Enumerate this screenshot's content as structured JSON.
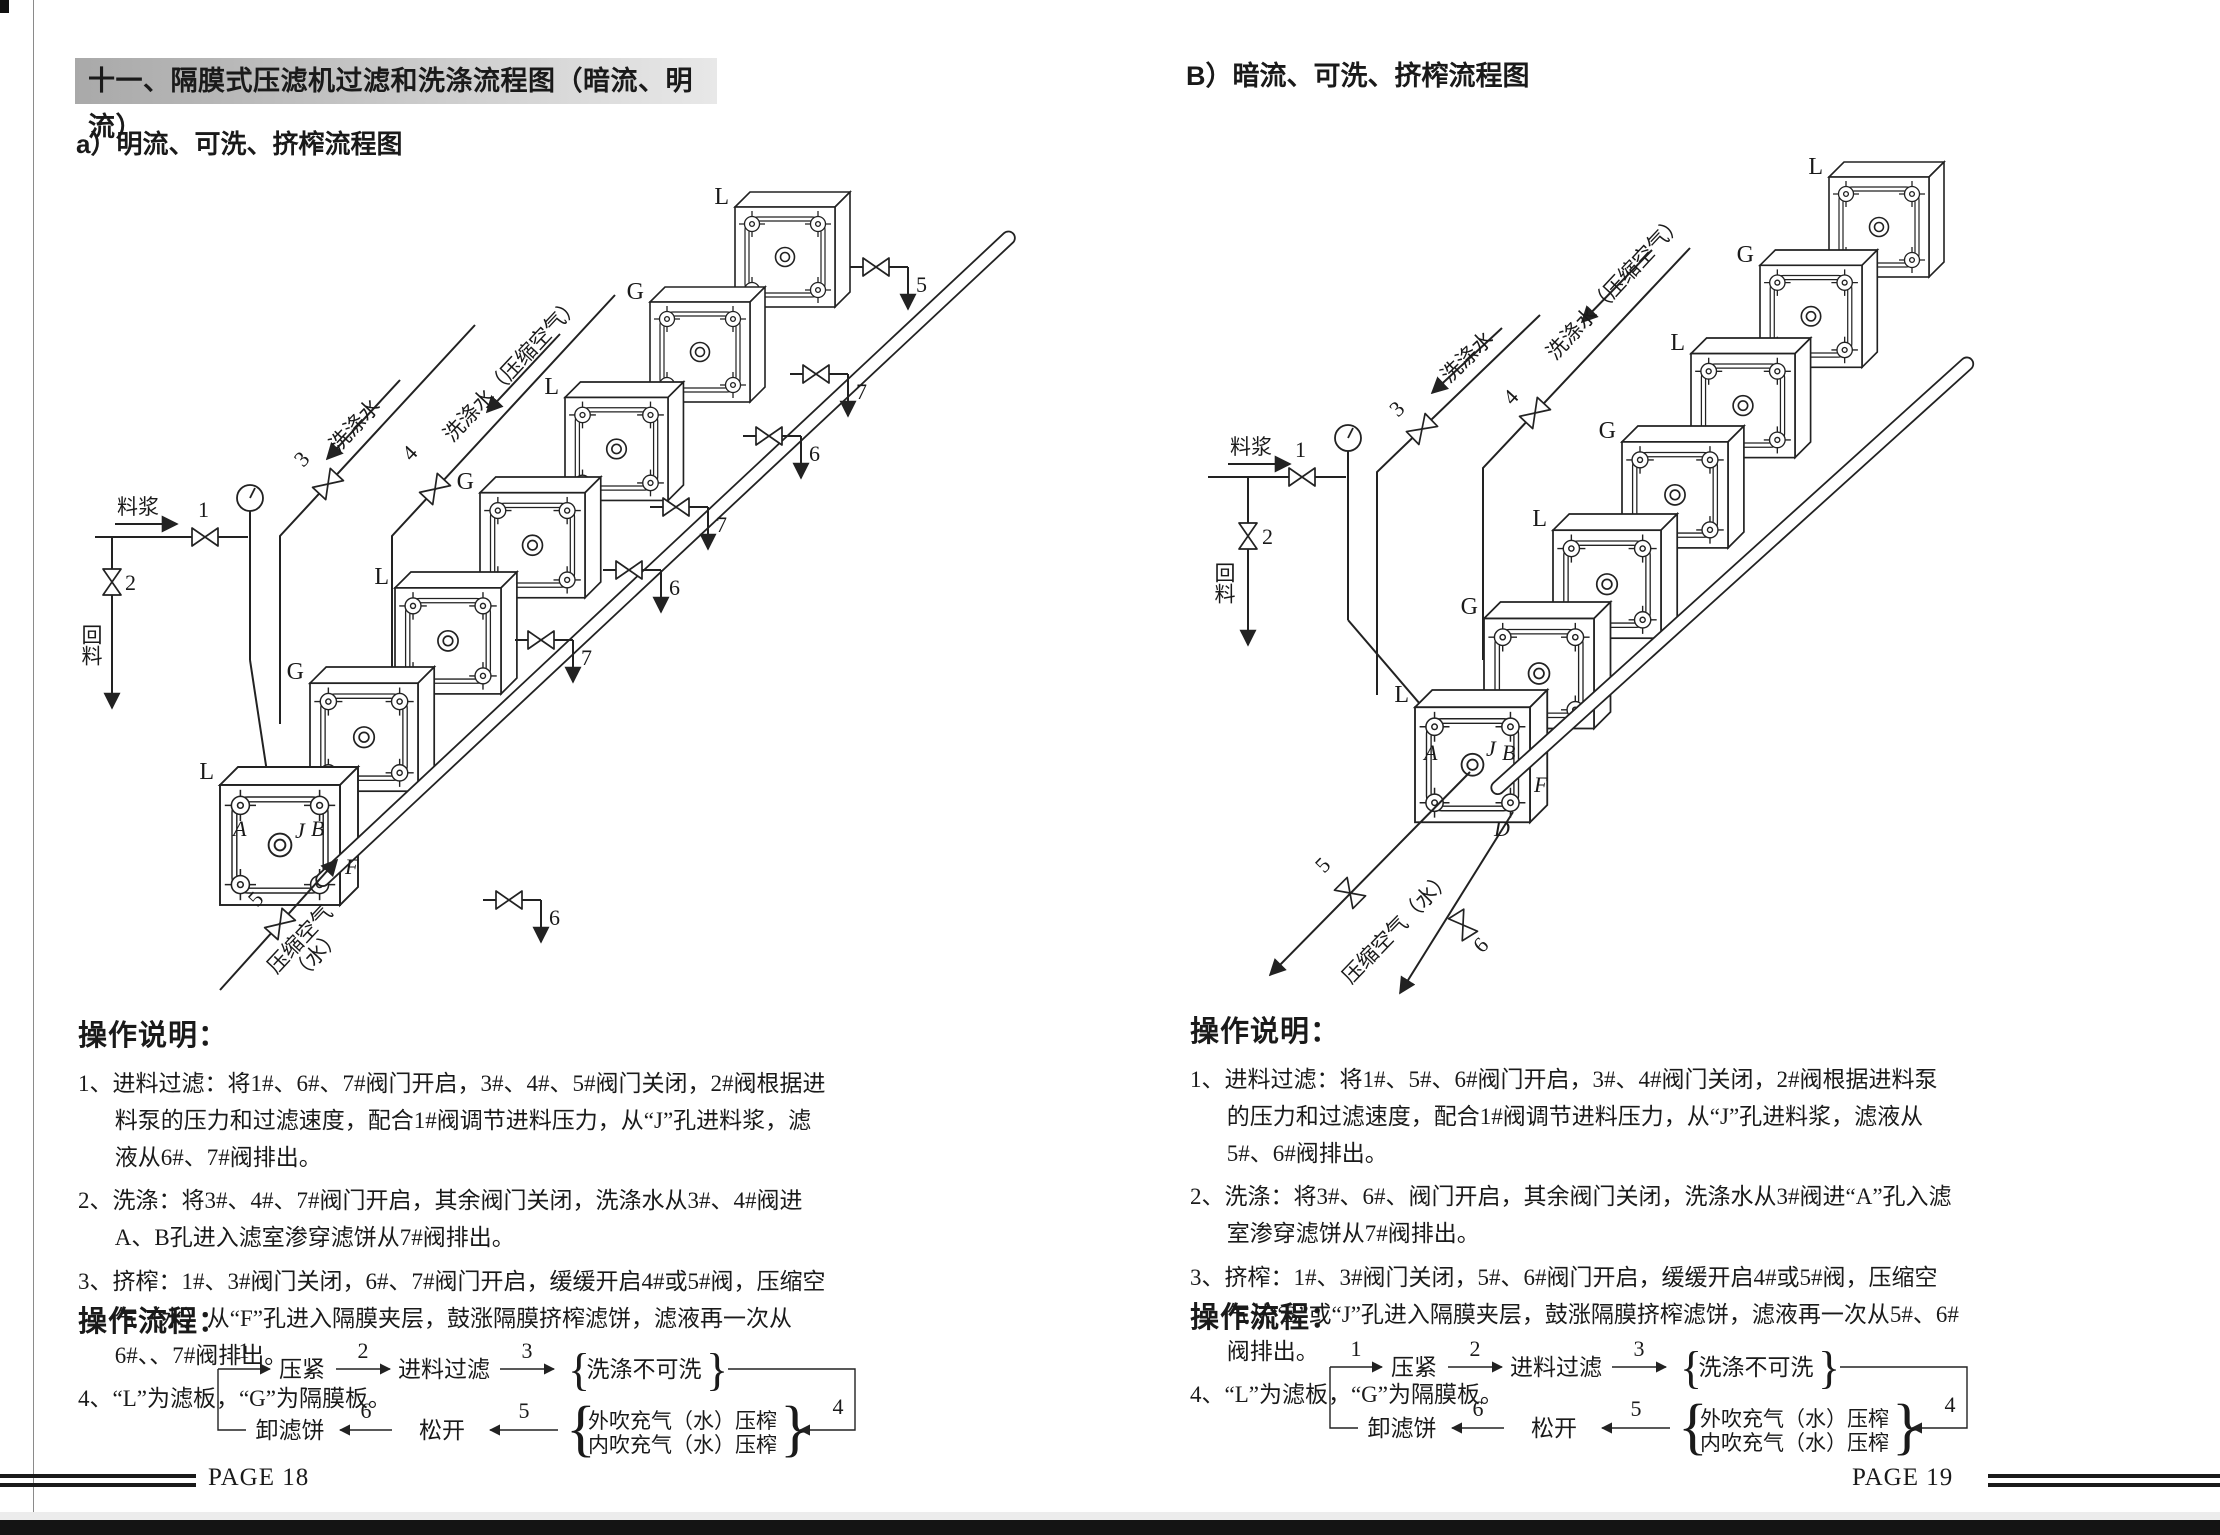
{
  "page_left": {
    "header": "十一、隔膜式压滤机过滤和洗涤流程图（暗流、明流）",
    "subtitle": "a）明流、可洗、挤榨流程图",
    "footer": "PAGE 18",
    "diagram": {
      "feed": "料浆",
      "reflux": "回料",
      "wash": "洗涤水",
      "wash_air": "洗涤水（压缩空气）",
      "squeeze_line1": "压缩空气",
      "squeeze_line2": "（水）",
      "plates": [
        "L",
        "G",
        "L",
        "G",
        "L",
        "G",
        "L"
      ],
      "port_a": "A",
      "port_b": "B",
      "port_j": "J",
      "port_f": "F",
      "v1": "1",
      "v2": "2",
      "v3": "3",
      "v4": "4",
      "v5f": "5",
      "drains": [
        "5",
        "7",
        "6",
        "7",
        "6",
        "7",
        "6"
      ]
    },
    "instructions": {
      "heading": "操作说明：",
      "items": [
        "1、进料过滤：将1#、6#、7#阀门开启，3#、4#、5#阀门关闭，2#阀根据进料泵的压力和过滤速度，配合1#阀调节进料压力，从“J”孔进料浆，滤液从6#、7#阀排出。",
        "2、洗涤：将3#、4#、7#阀门开启，其余阀门关闭，洗涤水从3#、4#阀进A、B孔进入滤室渗穿滤饼从7#阀排出。",
        "3、挤榨：1#、3#阀门关闭，6#、7#阀门开启，缓缓开启4#或5#阀，压缩空气（水）从“F”孔进入隔膜夹层，鼓涨隔膜挤榨滤饼，滤液再一次从6#、、7#阀排出。",
        "4、“L”为滤板，“G”为隔膜板。"
      ]
    },
    "flow": {
      "heading": "操作流程：",
      "s1": "1",
      "s2": "2",
      "s3": "3",
      "s4": "4",
      "s5": "5",
      "s6": "6",
      "press": "压紧",
      "feed_filter": "进料过滤",
      "wash_branch": "洗涤不可洗",
      "squeeze_out": "外吹充气（水）压榨",
      "squeeze_in": "内吹充气（水）压榨",
      "loosen": "松开",
      "discharge": "卸滤饼"
    }
  },
  "page_right": {
    "header": "B）暗流、可洗、挤榨流程图",
    "footer": "PAGE 19",
    "diagram": {
      "feed": "料浆",
      "reflux": "回料",
      "wash": "洗涤水",
      "wash_air": "洗涤水（压缩空气）",
      "squeeze": "压缩空气（水）",
      "plates": [
        "L",
        "G",
        "L",
        "G",
        "L",
        "G",
        "L"
      ],
      "port_a": "A",
      "port_b": "B",
      "port_j": "J",
      "port_f": "F",
      "port_d": "D",
      "v1": "1",
      "v2": "2",
      "v3": "3",
      "v4": "4",
      "v5": "5",
      "v6": "6"
    },
    "instructions": {
      "heading": "操作说明：",
      "items": [
        "1、进料过滤：将1#、5#、6#阀门开启，3#、4#阀门关闭，2#阀根据进料泵的压力和过滤速度，配合1#阀调节进料压力，从“J”孔进料浆，滤液从5#、6#阀排出。",
        "2、洗涤：将3#、6#、阀门开启，其余阀门关闭，洗涤水从3#阀进“A”孔入滤室渗穿滤饼从7#阀排出。",
        "3、挤榨：1#、3#阀门关闭，5#、6#阀门开启，缓缓开启4#或5#阀，压缩空气从“B”或“J”孔进入隔膜夹层，鼓涨隔膜挤榨滤饼，滤液再一次从5#、6#阀排出。",
        "4、“L”为滤板，“G”为隔膜板。"
      ]
    },
    "flow": {
      "heading": "操作流程：",
      "s1": "1",
      "s2": "2",
      "s3": "3",
      "s4": "4",
      "s5": "5",
      "s6": "6",
      "press": "压紧",
      "feed_filter": "进料过滤",
      "wash_branch": "洗涤不可洗",
      "squeeze_out": "外吹充气（水）压榨",
      "squeeze_in": "内吹充气（水）压榨",
      "loosen": "松开",
      "discharge": "卸滤饼"
    }
  }
}
